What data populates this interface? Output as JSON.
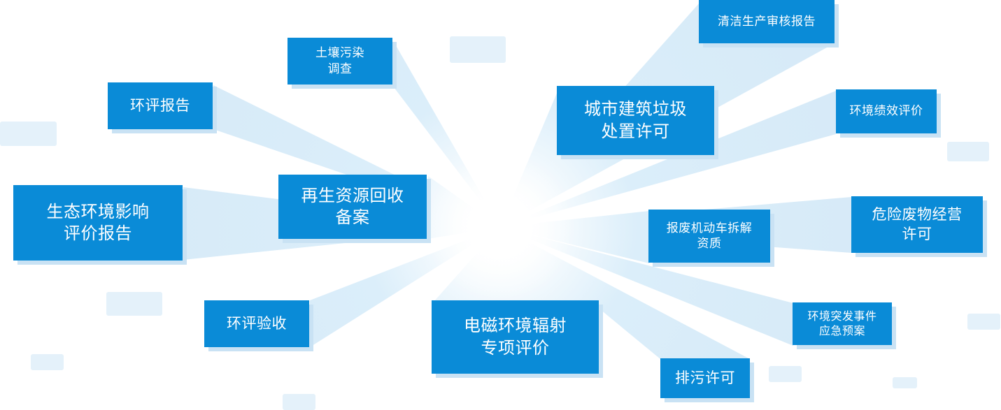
{
  "diagram": {
    "center_color": "#ffffff",
    "ray_color": "#cfe6f6",
    "node_color": "#0a8bd7",
    "node_shadow_color": "#c9e2f4",
    "nodes": [
      {
        "id": "soil",
        "lines": [
          "土壤污染",
          "调查"
        ]
      },
      {
        "id": "eia-report",
        "lines": [
          "环评报告"
        ]
      },
      {
        "id": "eco-eia",
        "lines": [
          "生态环境影响",
          "评价报告"
        ]
      },
      {
        "id": "recycle",
        "lines": [
          "再生资源回收",
          "备案"
        ]
      },
      {
        "id": "eia-accept",
        "lines": [
          "环评验收"
        ]
      },
      {
        "id": "em-radiation",
        "lines": [
          "电磁环境辐射",
          "专项评价"
        ]
      },
      {
        "id": "construction-waste",
        "lines": [
          "城市建筑垃圾",
          "处置许可"
        ]
      },
      {
        "id": "clean-prod",
        "lines": [
          "清洁生产审核报告"
        ]
      },
      {
        "id": "env-perf",
        "lines": [
          "环境绩效评价"
        ]
      },
      {
        "id": "vehicle-dismantle",
        "lines": [
          "报废机动车拆解",
          "资质"
        ]
      },
      {
        "id": "hazardous",
        "lines": [
          "危险废物经营",
          "许可"
        ]
      },
      {
        "id": "emergency",
        "lines": [
          "环境突发事件",
          "应急预案"
        ]
      },
      {
        "id": "discharge",
        "lines": [
          "排污许可"
        ]
      }
    ]
  }
}
